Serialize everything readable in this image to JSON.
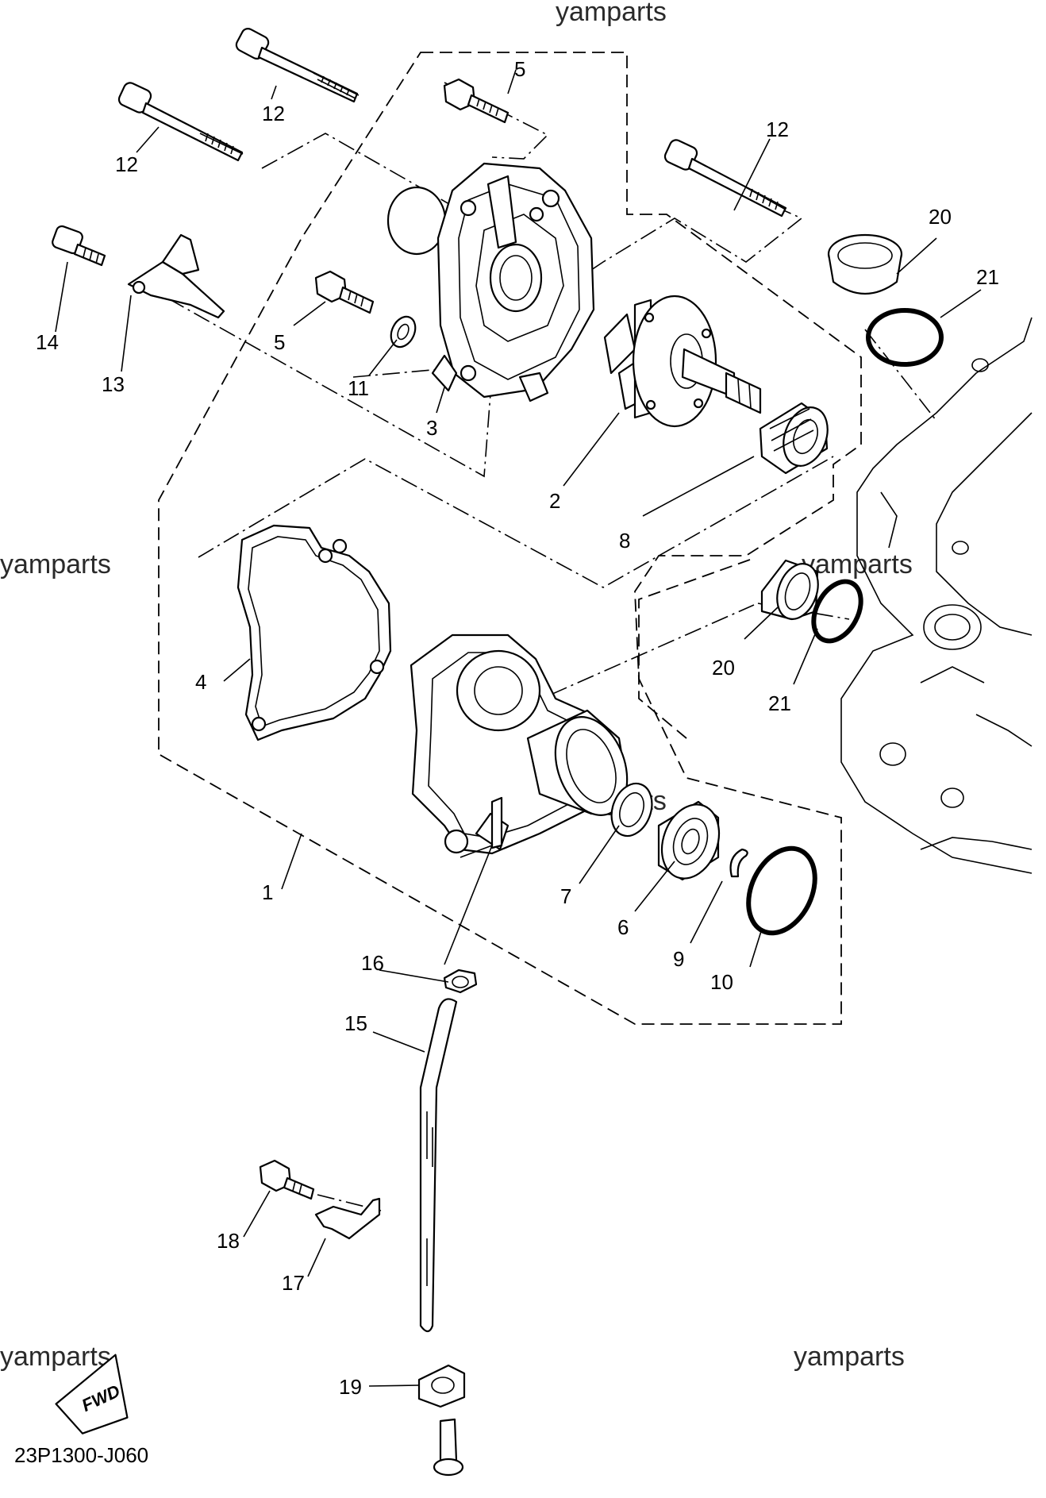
{
  "watermarks": [
    "yamparts",
    "yamparts",
    "yamparts",
    "yamparts",
    "yamparts",
    "yamparts"
  ],
  "diagram_code": "23P1300-J060",
  "fwd_label": "FWD",
  "callouts": {
    "c1": "1",
    "c2": "2",
    "c3": "3",
    "c4": "4",
    "c5a": "5",
    "c5b": "5",
    "c6": "6",
    "c7": "7",
    "c8": "8",
    "c9": "9",
    "c10": "10",
    "c11": "11",
    "c12a": "12",
    "c12b": "12",
    "c12c": "12",
    "c13": "13",
    "c14": "14",
    "c15": "15",
    "c16": "16",
    "c17": "17",
    "c18": "18",
    "c19": "19",
    "c20a": "20",
    "c20b": "20",
    "c21a": "21",
    "c21b": "21"
  }
}
